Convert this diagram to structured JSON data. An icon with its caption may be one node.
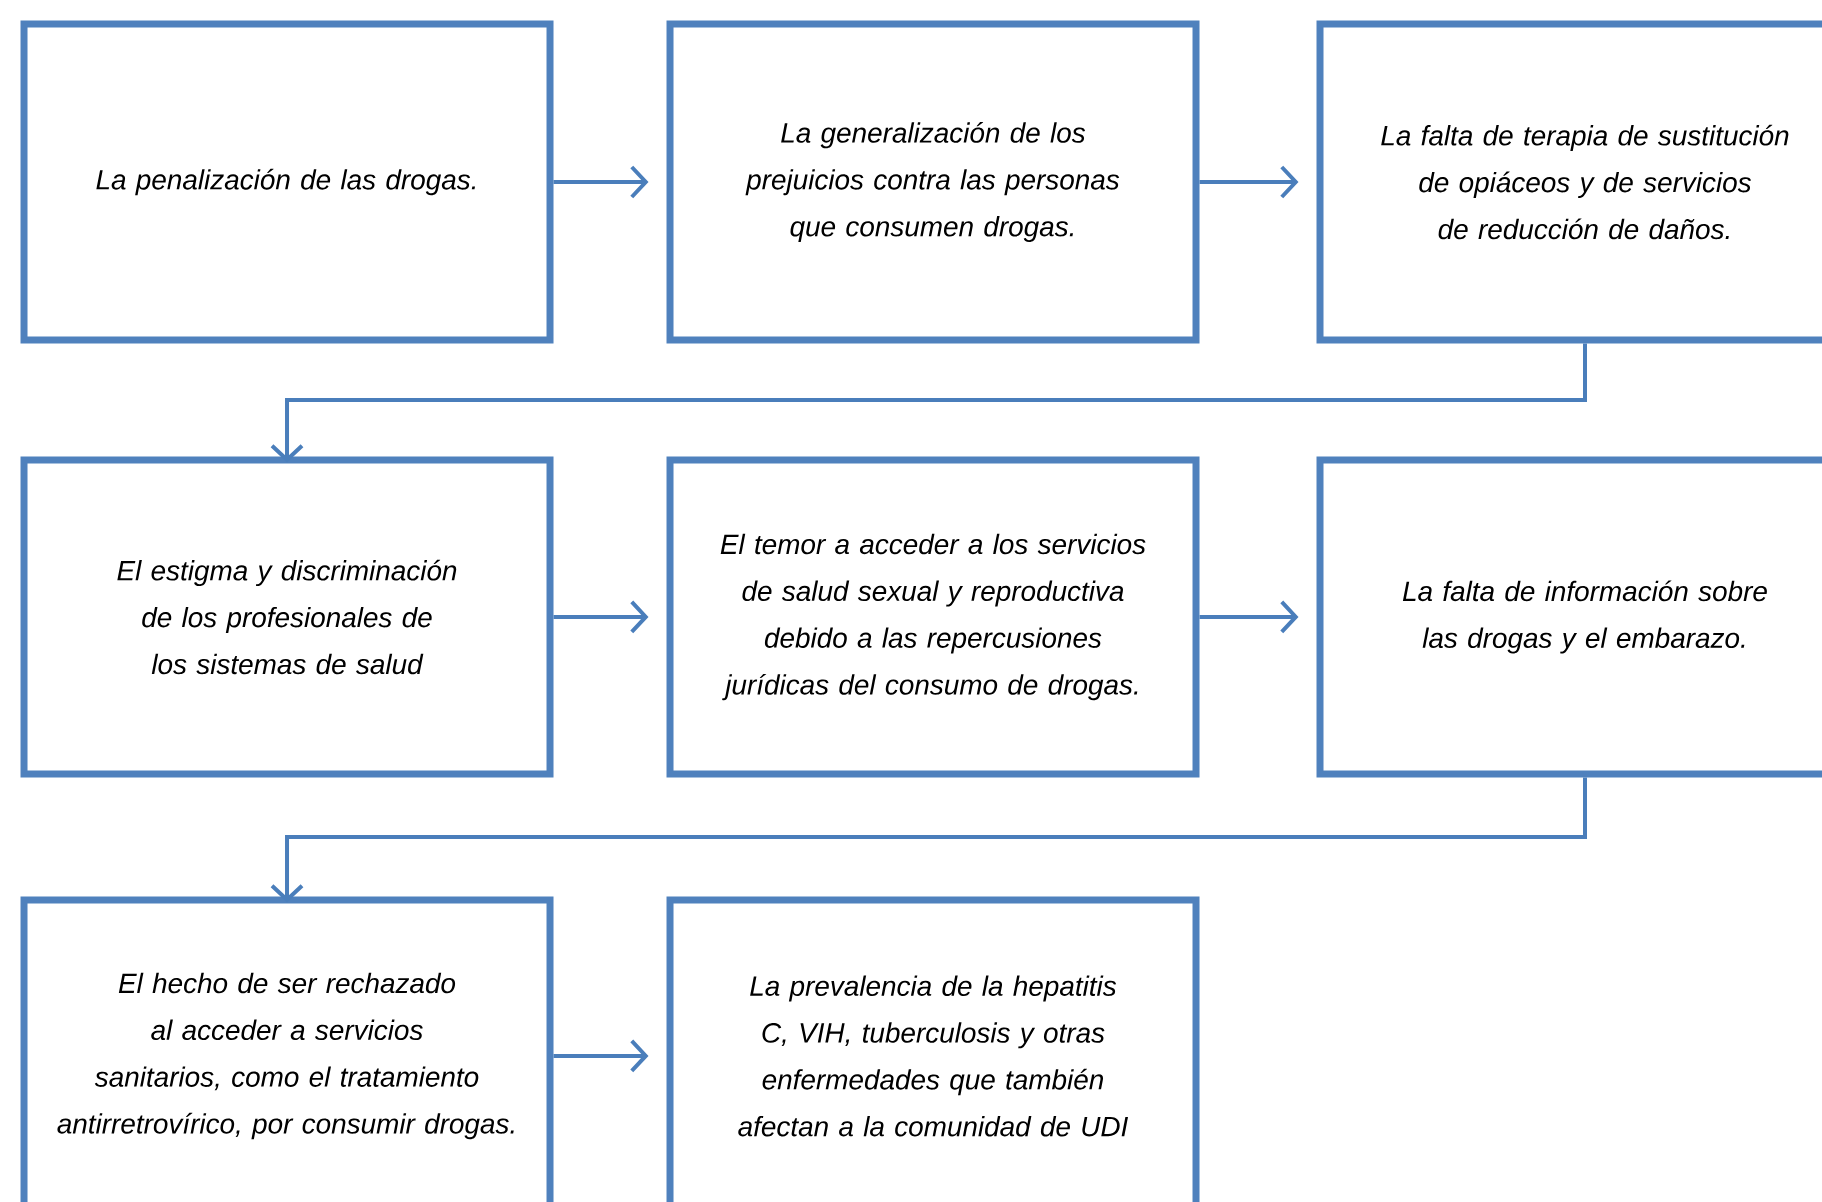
{
  "diagram": {
    "nodes": [
      {
        "text": [
          "La penalización de las drogas."
        ]
      },
      {
        "text": [
          "La generalización de los prejuicios contra las personas que consumen drogas."
        ]
      },
      {
        "text": [
          "La falta de terapia de sustitución  de opiáceos y de servicios de reducción de daños."
        ]
      },
      {
        "text": [
          "El estigma y discriminación de los profesionales de los sistemas de salud"
        ]
      },
      {
        "text": [
          "El temor a acceder a los servicios de salud sexual y reproductiva debido a las repercusiones jurídicas del consumo de drogas."
        ]
      },
      {
        "text": [
          "La falta de información sobre las drogas y el embarazo."
        ]
      },
      {
        "text": [
          "El hecho de ser rechazado al acceder a servicios sanitarios, como el tratamiento antirretrovírico, por consumir drogas."
        ]
      },
      {
        "text": [
          "La prevalencia de la hepatitis C, VIH, tuberculosis y  otras enfermedades que también afectan a la comunidad de UDI"
        ]
      }
    ],
    "edges": [
      {
        "from": 0,
        "to": 1,
        "arrow": "to"
      },
      {
        "from": 1,
        "to": 2,
        "arrow": "to"
      },
      {
        "from": 2,
        "to": 3,
        "arrow": "to"
      },
      {
        "from": 3,
        "to": 4,
        "arrow": "to"
      },
      {
        "from": 4,
        "to": 5,
        "arrow": "to"
      },
      {
        "from": 5,
        "to": 6,
        "arrow": "to"
      },
      {
        "from": 6,
        "to": 7,
        "arrow": "to"
      }
    ]
  }
}
